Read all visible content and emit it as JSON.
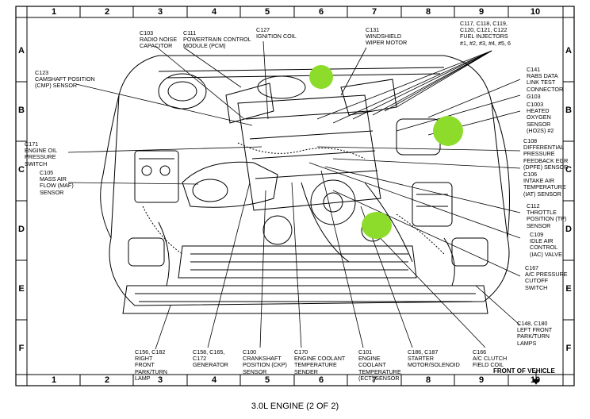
{
  "columns": [
    "1",
    "2",
    "3",
    "4",
    "5",
    "6",
    "7",
    "8",
    "9",
    "10"
  ],
  "rows": [
    "A",
    "B",
    "C",
    "D",
    "E",
    "F"
  ],
  "caption": "3.0L ENGINE (2 OF 2)",
  "front_label": "FRONT OF VEHICLE",
  "callouts": {
    "c103": "C103\nRADIO NOISE\nCAPACITOR",
    "c111": "C111\nPOWERTRAIN CONTROL\nMODULE (PCM)",
    "c127": "C127\nIGNITION COIL",
    "c131": "C131\nWINDSHIELD\nWIPER MOTOR",
    "c117": "C117, C118, C119,\nC120, C121, C122\nFUEL INJECTORS\n#1, #2, #3, #4, #5, 6",
    "c123": "C123\nCAMSHAFT POSITION\n(CMP) SENSOR",
    "c141": "C141\nRABS DATA\nLINK TEST\nCONNECTOR",
    "g103": "G103",
    "c1003": "C1003\nHEATED\nOXYGEN\nSENSOR\n(HO2S) #2",
    "c171": "C171\nENGINE OIL\nPRESSURE\nSWITCH",
    "c105": "C105\nMASS AIR\nFLOW (MAF)\nSENSOR",
    "c108": "C108\nDIFFERENTIAL\nPRESSURE\nFEEDBACK EGR\n(DPFE) SENSOR",
    "c106": "C106\nINTAKE AIR\nTEMPERATURE\n(IAT) SENSOR",
    "c112": "C112\nTHROTTLE\nPOSITION (TP)\nSENSOR",
    "c109": "C109\nIDLE AIR\nCONTROL\n(IAC) VALVE",
    "c167": "C167\nA/C PRESSURE\nCUTOFF\nSWITCH",
    "c148": "C148, C180\nLEFT FRONT\nPARK/TURN\nLAMPS",
    "c156": "C156, C182\nRIGHT\nFRONT\nPARK/TURN\nLAMP",
    "c158": "C158, C165,\nC172\nGENERATOR",
    "c100": "C100\nCRANKSHAFT\nPOSITION (CKP)\nSENSOR",
    "c170": "C170\nENGINE COOLANT\nTEMPERATURE\nSENDER",
    "c101": "C101\nENGINE\nCOOLANT\nTEMPERATURE\n(ECT) SENSOR",
    "c186": "C186, C187\nSTARTER\nMOTOR/SOLENOID",
    "c166": "C166\nA/C CLUTCH\nFIELD COIL"
  },
  "highlight_color": "#8ddc2c"
}
